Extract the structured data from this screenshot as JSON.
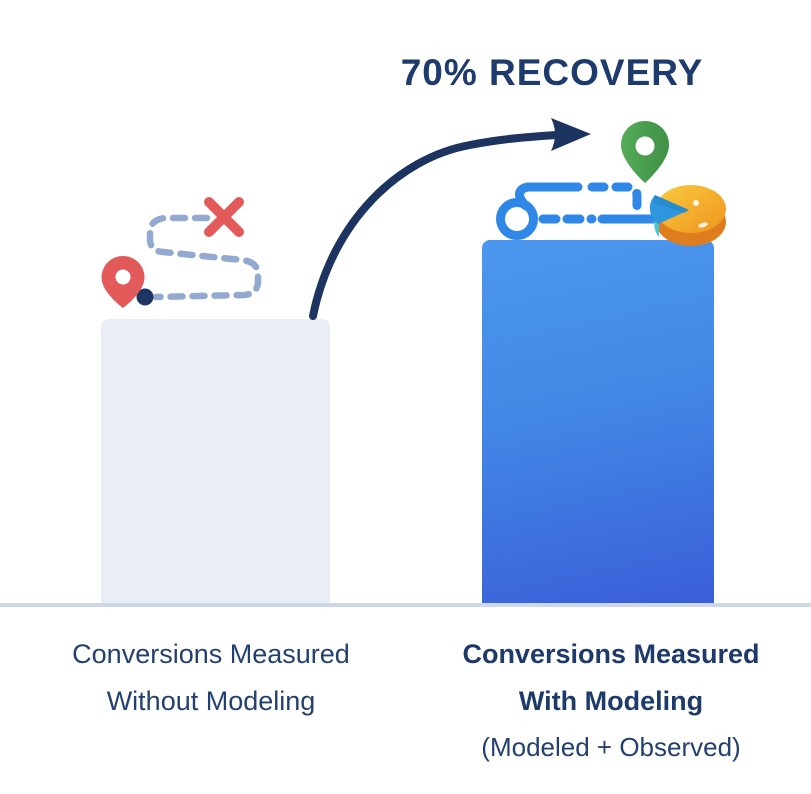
{
  "title": "70% RECOVERY",
  "left_bar": {
    "label_lines": [
      "Conversions Measured",
      "Without Modeling"
    ],
    "fill": "#e9edf5"
  },
  "right_bar": {
    "label_lines": [
      "Conversions Measured",
      "With Modeling"
    ],
    "sublabel": "(Modeled + Observed)",
    "fill_top": "#4b97ee",
    "fill_bottom": "#3a5ed8"
  },
  "colors": {
    "navy_text": "#1e3b6d",
    "arrow_navy": "#1d3461",
    "baseline": "#ccd7ec",
    "faded_dash_path": "#93a9cf",
    "red_accent": "#e25a5a",
    "green_pin": "#4a9e4e",
    "blue_path": "#2f87e8",
    "pie_orange": "#f6b12c",
    "pie_blue_slice": "#2d96dd"
  },
  "icons": {
    "left": [
      "red-location-pin-icon",
      "navy-dot-icon",
      "faded-dashed-route-icon",
      "red-x-icon"
    ],
    "center": [
      "recovery-arrow-icon"
    ],
    "right": [
      "blue-ring-route-icon",
      "green-location-pin-icon",
      "pie-chart-icon"
    ]
  },
  "chart_data": {
    "type": "bar",
    "categories": [
      "Conversions Measured Without Modeling",
      "Conversions Measured With Modeling (Modeled + Observed)"
    ],
    "values": [
      284,
      363
    ],
    "relative_heights": [
      0.78,
      1.0
    ],
    "value_note": "no numeric axis shown; values are relative bar heights in px",
    "title": "70% RECOVERY",
    "annotation": "curved arrow from short bar to tall bar labeled 70% RECOVERY",
    "xlabel": "",
    "ylabel": "",
    "grid": false,
    "legend": false
  }
}
